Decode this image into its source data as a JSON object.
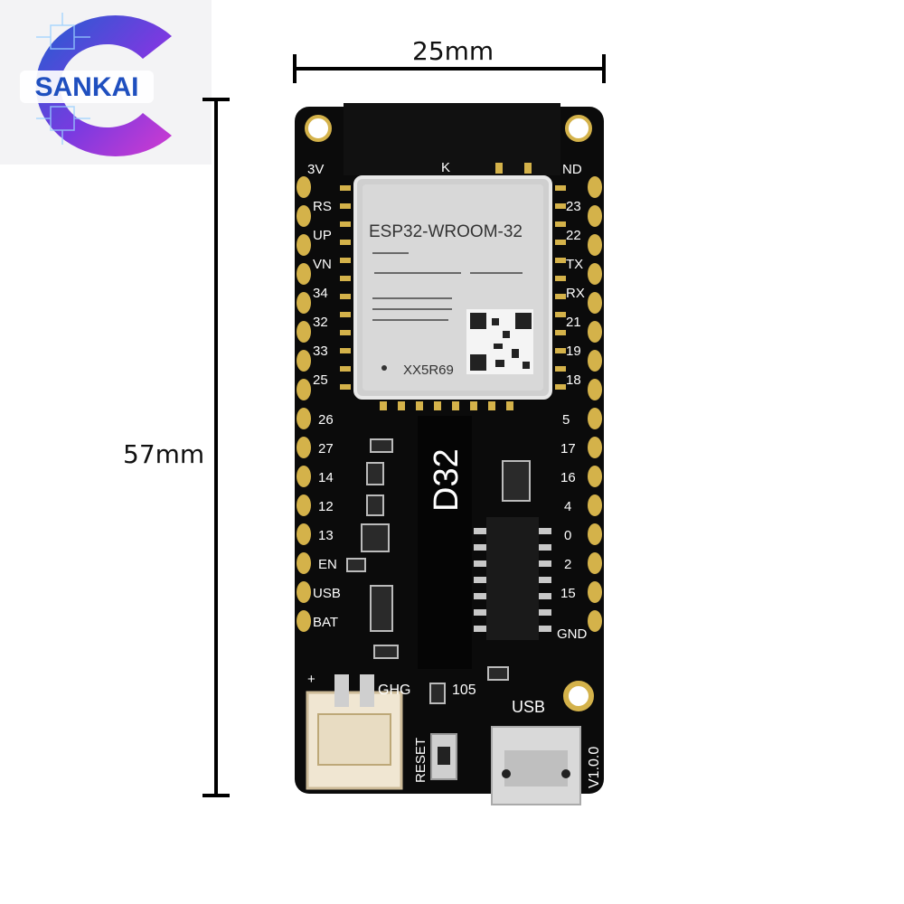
{
  "brand": {
    "logo_text": "SANKAI",
    "colors": {
      "blue": "#1f5fd0",
      "purple": "#8a2be2",
      "magenta": "#c837d8"
    }
  },
  "dimensions": {
    "width_label": "25mm",
    "height_label": "57mm"
  },
  "board": {
    "module_name": "ESP32-WROOM-32",
    "module_code": "XX5R69",
    "board_label": "D32",
    "usb_label": "USB",
    "reset_label": "RESET",
    "version_label": "V1.0.0",
    "connector_label": "GHG",
    "resistor_label": "105",
    "top_mark": "K",
    "plus_mark": "+",
    "left_pins": [
      "3V",
      "RS",
      "UP",
      "VN",
      "34",
      "32",
      "33",
      "25",
      "26",
      "27",
      "14",
      "12",
      "13",
      "EN",
      "USB",
      "BAT"
    ],
    "right_pins": [
      "ND",
      "23",
      "22",
      "TX",
      "RX",
      "21",
      "19",
      "18",
      "5",
      "17",
      "16",
      "4",
      "0",
      "2",
      "15",
      "GND"
    ],
    "colors": {
      "pcb": "#0b0b0b",
      "pad": "#d4b24a",
      "shield": "#d8d8d8",
      "silk": "#ffffff"
    }
  }
}
